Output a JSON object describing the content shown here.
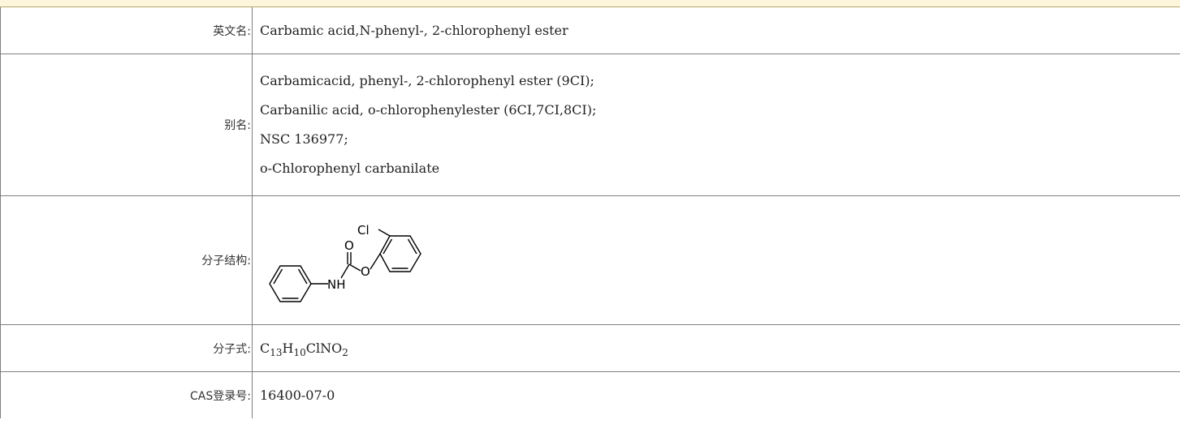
{
  "rows": {
    "english_name": {
      "label": "英文名:",
      "value": "Carbamic acid,N-phenyl-, 2-chlorophenyl ester"
    },
    "alias": {
      "label": "别名:",
      "values": [
        "Carbamicacid, phenyl-, 2-chlorophenyl ester (9CI);",
        "Carbanilic acid, o-chlorophenylester (6CI,7CI,8CI);",
        "NSC 136977;",
        "o-Chlorophenyl carbanilate"
      ]
    },
    "structure": {
      "label": "分子结构:",
      "atoms": {
        "cl": "Cl",
        "o_carbonyl": "O",
        "o_ester": "O",
        "nh": "NH"
      }
    },
    "formula": {
      "label": "分子式:",
      "parts": {
        "c": "C",
        "c_n": "13",
        "h": "H",
        "h_n": "10",
        "rest": "ClNO",
        "o_n": "2"
      }
    },
    "cas": {
      "label": "CAS登录号:",
      "value": "16400-07-0"
    }
  }
}
